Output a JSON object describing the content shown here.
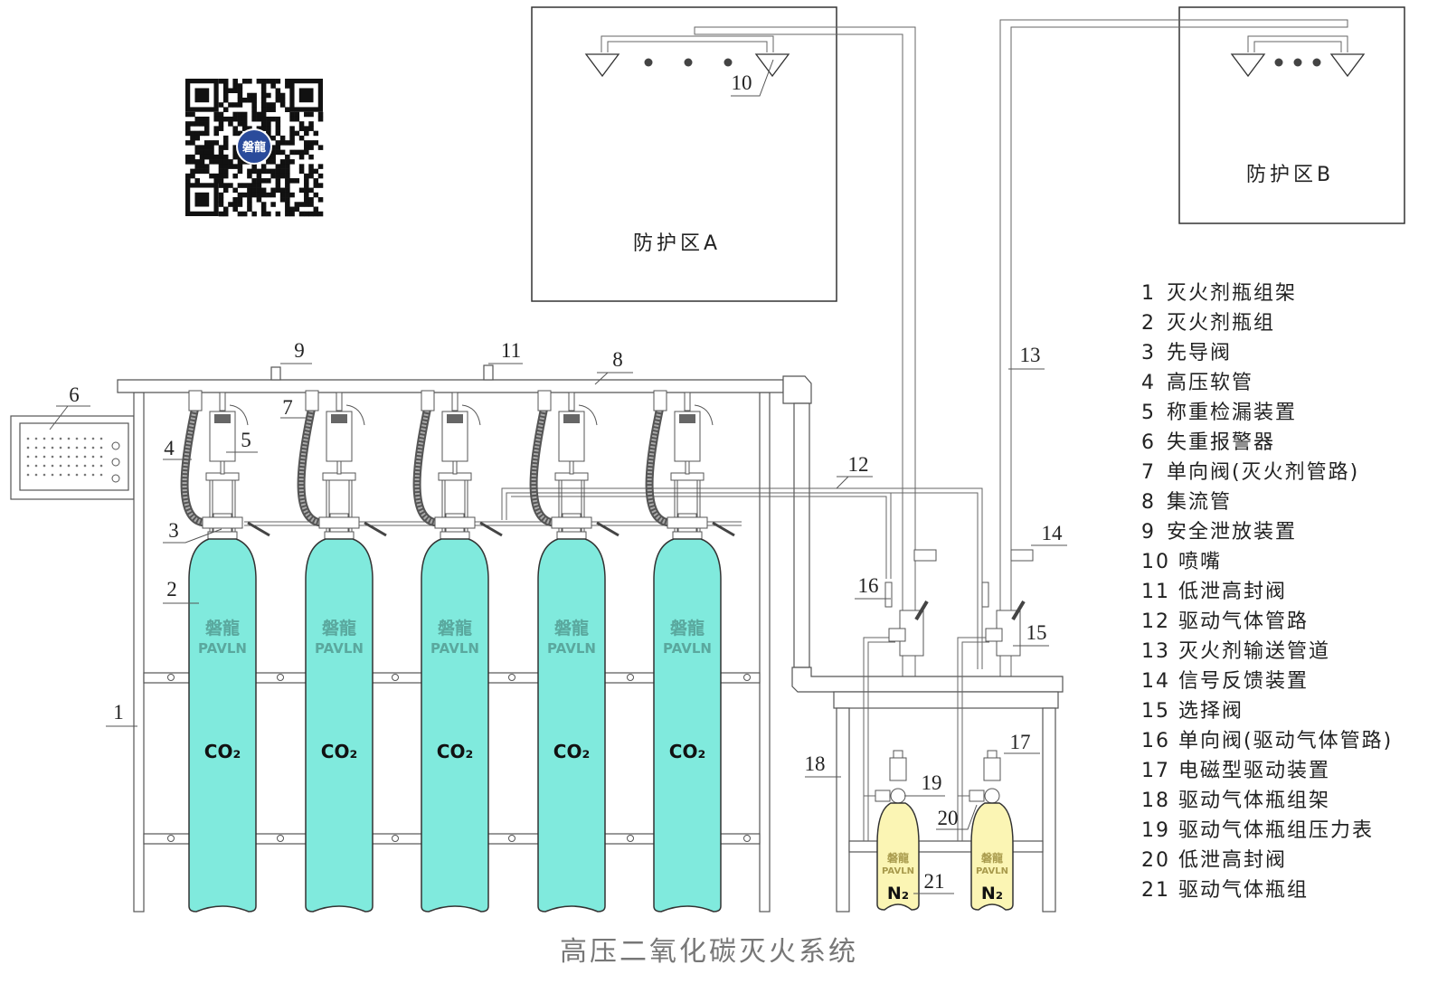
{
  "title": "高压二氧化碳灭火系统",
  "zones": {
    "a": "防护区A",
    "b": "防护区B"
  },
  "colors": {
    "co2_cylinder": "#80eadd",
    "n2_cylinder": "#fbf5b4",
    "line": "#555555",
    "qr_logo": "#2a4b9b"
  },
  "cylinders": {
    "co2": {
      "brand_cn": "磐龍",
      "brand_en": "PAVLN",
      "gas": "CO₂",
      "count": 5
    },
    "n2": {
      "brand_cn": "磐龍",
      "brand_en": "PAVLN",
      "gas": "N₂",
      "count": 2
    }
  },
  "qr_logo_text": "磐龍",
  "callouts": [
    "1",
    "2",
    "3",
    "4",
    "5",
    "6",
    "7",
    "8",
    "9",
    "10",
    "11",
    "12",
    "13",
    "14",
    "15",
    "16",
    "17",
    "18",
    "19",
    "20",
    "21"
  ],
  "legend": [
    {
      "num": "1",
      "label": "灭火剂瓶组架"
    },
    {
      "num": "2",
      "label": "灭火剂瓶组"
    },
    {
      "num": "3",
      "label": "先导阀"
    },
    {
      "num": "4",
      "label": "高压软管"
    },
    {
      "num": "5",
      "label": "称重检漏装置"
    },
    {
      "num": "6",
      "label": "失重报警器"
    },
    {
      "num": "7",
      "label": "单向阀(灭火剂管路)"
    },
    {
      "num": "8",
      "label": "集流管"
    },
    {
      "num": "9",
      "label": "安全泄放装置"
    },
    {
      "num": "10",
      "label": "喷嘴"
    },
    {
      "num": "11",
      "label": "低泄高封阀"
    },
    {
      "num": "12",
      "label": "驱动气体管路"
    },
    {
      "num": "13",
      "label": "灭火剂输送管道"
    },
    {
      "num": "14",
      "label": "信号反馈装置"
    },
    {
      "num": "15",
      "label": "选择阀"
    },
    {
      "num": "16",
      "label": "单向阀(驱动气体管路)"
    },
    {
      "num": "17",
      "label": "电磁型驱动装置"
    },
    {
      "num": "18",
      "label": "驱动气体瓶组架"
    },
    {
      "num": "19",
      "label": "驱动气体瓶组压力表"
    },
    {
      "num": "20",
      "label": "低泄高封阀"
    },
    {
      "num": "21",
      "label": "驱动气体瓶组"
    }
  ]
}
